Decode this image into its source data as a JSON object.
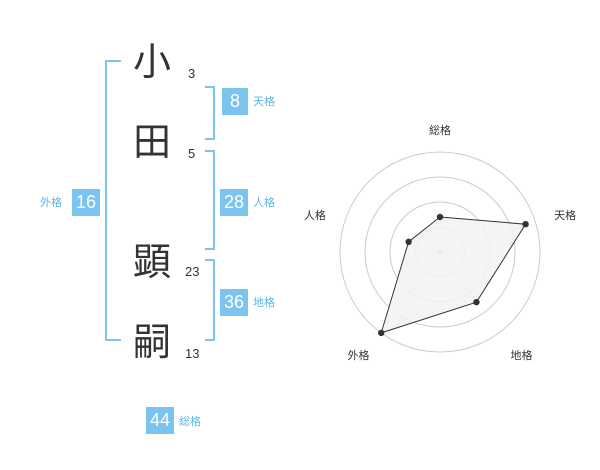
{
  "name": {
    "chars": [
      {
        "kanji": "小",
        "strokes": "3"
      },
      {
        "kanji": "田",
        "strokes": "5"
      },
      {
        "kanji": "顕",
        "strokes": "23"
      },
      {
        "kanji": "嗣",
        "strokes": "13"
      }
    ]
  },
  "kakusu": {
    "tenkaku": {
      "value": "8",
      "label": "天格"
    },
    "jinkaku": {
      "value": "28",
      "label": "人格"
    },
    "chikaku": {
      "value": "36",
      "label": "地格"
    },
    "gaikaku": {
      "value": "16",
      "label": "外格"
    },
    "soukaku": {
      "value": "44",
      "label": "総格"
    }
  },
  "chart_data": {
    "type": "radar",
    "axes": [
      "総格",
      "天格",
      "地格",
      "外格",
      "人格"
    ],
    "values": [
      0.35,
      0.9,
      0.62,
      1.0,
      0.33
    ],
    "rings": 4,
    "colors": {
      "fill": "#f2f2f2",
      "line": "#333333",
      "grid": "#cccccc",
      "center": "#cccccc"
    }
  },
  "colors": {
    "accent": "#7cc4f0",
    "accent_text": "#5bb5ec"
  }
}
